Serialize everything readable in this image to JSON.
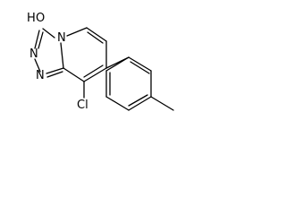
{
  "molecule": {
    "atoms": {
      "oxygen": "O",
      "hydrogen": "H",
      "nitrogen_1": "N",
      "nitrogen_2": "N",
      "nitrogen_bridge": "N",
      "chlorine": "Cl"
    }
  }
}
